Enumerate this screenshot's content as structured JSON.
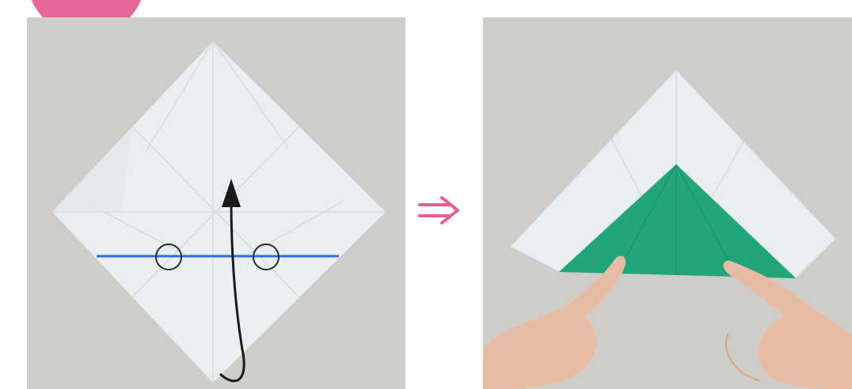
{
  "colors": {
    "badge": "#e8679b",
    "background": "#cfcdc8",
    "paper": "#e9eef0",
    "paper_shadow": "#cbd6da",
    "green_paper": "#23a57a",
    "fold_line": "#2f6fd1",
    "guide_arrow": "#1a1a1a",
    "next_arrow": "#ee5c94",
    "skin": "#e8bca4"
  },
  "icons": {
    "step_badge": "step-number-badge",
    "next_step": "double-right-arrow",
    "fold_direction": "curved-up-arrow",
    "fold_points": "circle-markers"
  }
}
